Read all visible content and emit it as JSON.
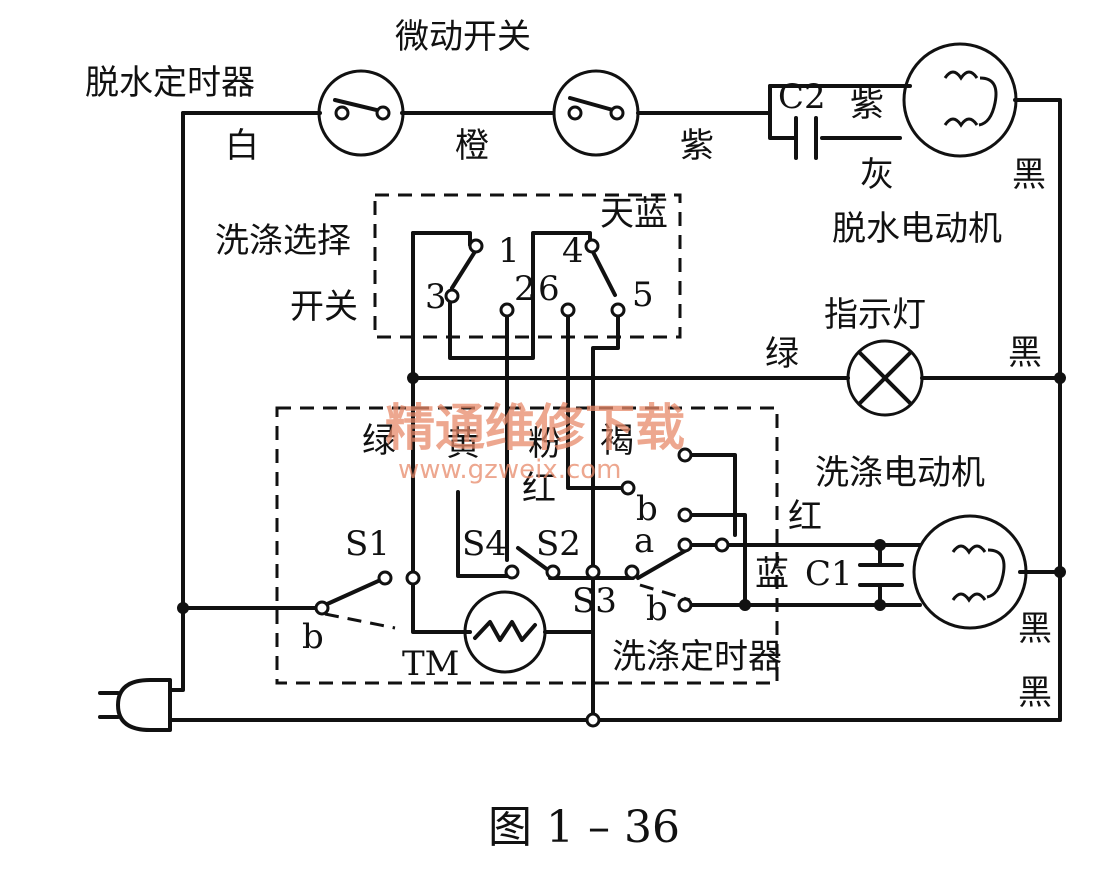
{
  "labels": {
    "spin_timer": "脱水定时器",
    "micro_switch": "微动开关",
    "wash_select_1": "洗涤选择",
    "wash_select_2": "开关",
    "sky_blue": "天蓝",
    "spin_motor": "脱水电动机",
    "indicator": "指示灯",
    "wash_motor": "洗涤电动机",
    "wash_timer": "洗涤定时器",
    "tm": "TM",
    "c1": "C1",
    "c2": "C2",
    "s1": "S1",
    "s2": "S2",
    "s3": "S3",
    "s4": "S4",
    "a": "a",
    "b1": "b",
    "b2": "b",
    "b3": "b",
    "n1": "1",
    "n2": "2",
    "n3": "3",
    "n4": "4",
    "n5": "5",
    "n6": "6",
    "figure": "图 1 – 36"
  },
  "colors": {
    "white": "白",
    "orange": "橙",
    "purple1": "紫",
    "purple2": "紫",
    "gray": "灰",
    "black1": "黑",
    "black2": "黑",
    "black3": "黑",
    "black4": "黑",
    "green1": "绿",
    "green2": "绿",
    "yellow": "黄",
    "pink": "粉",
    "brown": "褐",
    "red1": "红",
    "red2": "红",
    "blue": "蓝"
  },
  "watermark": {
    "title": "精通维修下载",
    "url": "www.gzweix.com",
    "color": "#e88a6a"
  }
}
